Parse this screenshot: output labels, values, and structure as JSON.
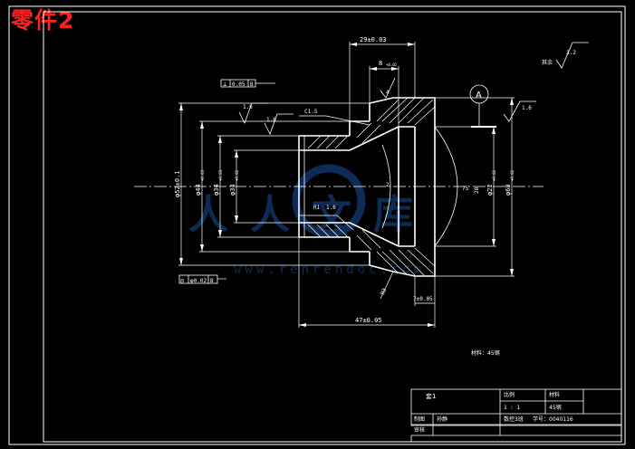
{
  "part_title": "零件2",
  "watermark": {
    "text": "人人文库",
    "url": "www.renrendoc.com"
  },
  "dimensions": {
    "len_top": "29±0.03",
    "len_inner": "8",
    "len_inner_tol": "+0.02",
    "diam_outer_left": "φ52±0.1",
    "diam_2": "φ44",
    "diam_2_tol": "+0.03",
    "diam_3": "φ34",
    "diam_3_tol": "+0.03",
    "diam_4": "φ34",
    "diam_4_tol": "+0.02",
    "diam_right_1": "φ22",
    "diam_right_1_tol": "+0.02",
    "diam_right_2": "φ60",
    "diam_right_2_tol": "+0.02",
    "len_bottom": "47±0.05",
    "len_bottom_small": "7±0.05",
    "chamfer_top": "C1.5",
    "chamfer_inner": "R1",
    "chamfer_inner_val": "1.6",
    "bottom_chamfer": "R3",
    "angle_1": "4",
    "angle_2": "2",
    "angle_3": "75",
    "dim_28": "28"
  },
  "roughness": {
    "top_right": "3.2",
    "top_right_label": "其余",
    "inner_1": "1.6",
    "inner_2": "1.6",
    "right": "1.6"
  },
  "tolerance_frames": {
    "top_symbol": "⊥",
    "top_value": "0.05",
    "top_datum": "B",
    "bottom_symbol": "◎",
    "bottom_value": "φ0.02",
    "bottom_datum": "B"
  },
  "datum_label": "A",
  "material_note": "材料：45钢",
  "title_block": {
    "part_name": "套1",
    "scale_label": "比例",
    "scale_value": "1 : 1",
    "material_label": "材料",
    "material_value": "45钢",
    "drawn_label": "制图",
    "drawn_name": "孙静",
    "dept": "数控3班",
    "student_no": "学号：0040116",
    "check_label": "审核"
  }
}
